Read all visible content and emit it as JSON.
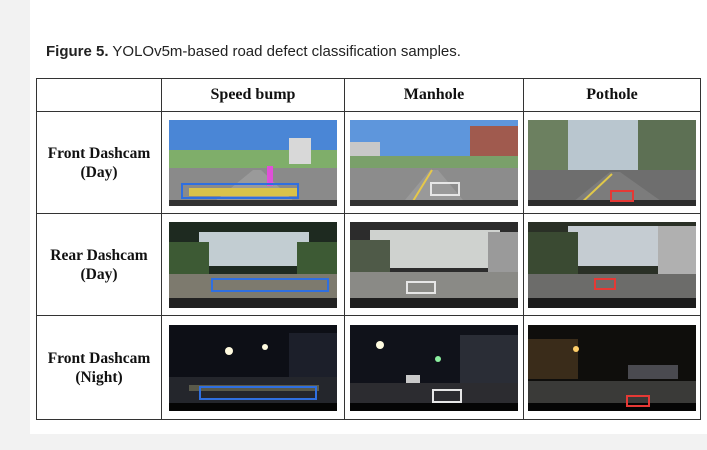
{
  "caption": {
    "label": "Figure 5.",
    "text": " YOLOv5m-based road defect classification samples."
  },
  "table": {
    "columns": [
      "Speed bump",
      "Manhole",
      "Pothole"
    ],
    "rows": [
      {
        "label_line1": "Front Dashcam",
        "label_line2": "(Day)"
      },
      {
        "label_line1": "Rear Dashcam",
        "label_line2": "(Day)"
      },
      {
        "label_line1": "Front Dashcam",
        "label_line2": "(Night)"
      }
    ]
  },
  "colors": {
    "speed_bump_box": "#2f6fe0",
    "manhole_box": "#e6e6e6",
    "pothole_box": "#e53935"
  }
}
